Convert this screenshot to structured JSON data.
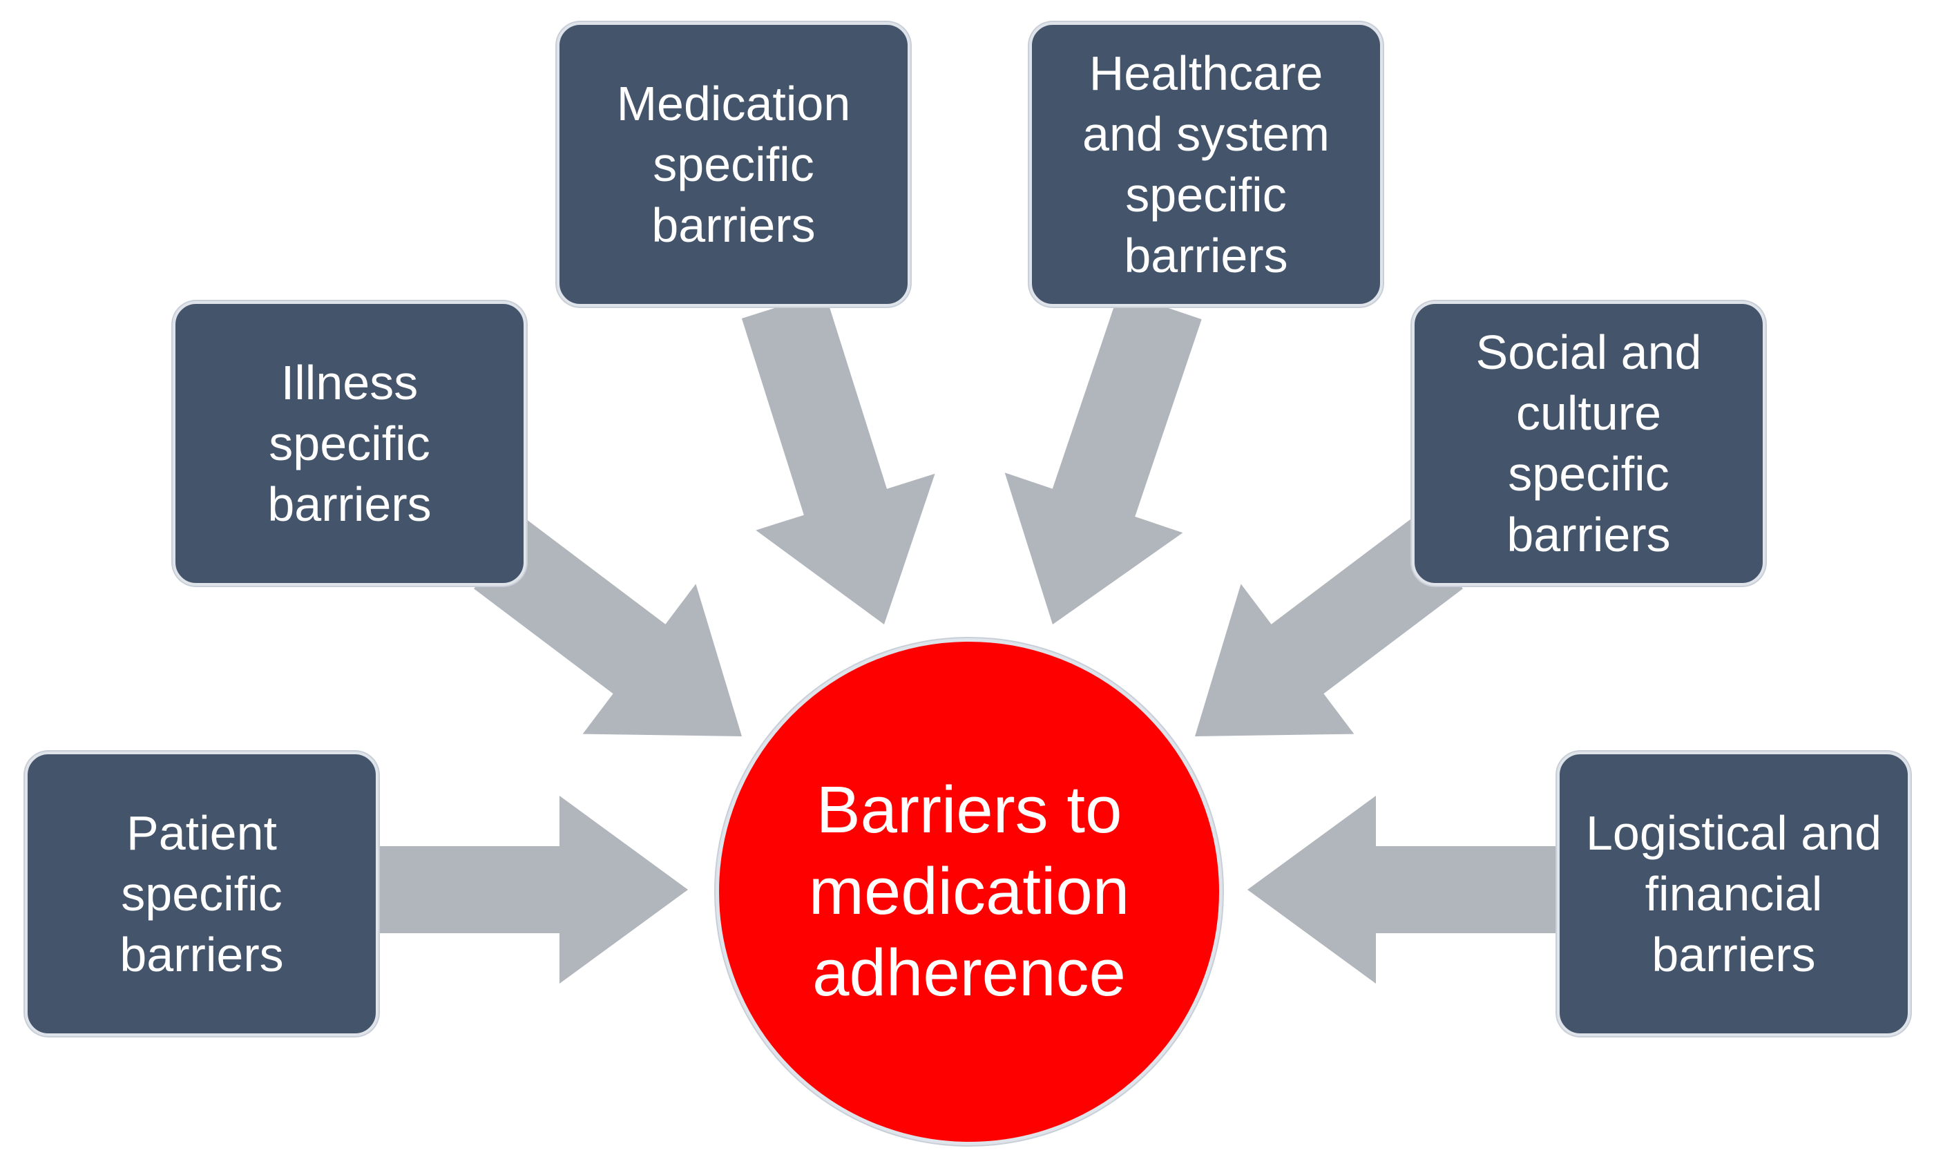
{
  "colors": {
    "box_fill": "#44546a",
    "hub_fill": "#ff0000",
    "arrow_fill": "#b1b5bc",
    "text": "#ffffff"
  },
  "hub": {
    "lines": [
      "Barriers to",
      "medication",
      "adherence"
    ]
  },
  "boxes": {
    "medication": {
      "lines": [
        "Medication",
        "specific",
        "barriers"
      ]
    },
    "healthcare": {
      "lines": [
        "Healthcare",
        "and system",
        "specific",
        "barriers"
      ]
    },
    "illness": {
      "lines": [
        "Illness",
        "specific",
        "barriers"
      ]
    },
    "social": {
      "lines": [
        "Social and",
        "culture",
        "specific",
        "barriers"
      ]
    },
    "patient": {
      "lines": [
        "Patient",
        "specific",
        "barriers"
      ]
    },
    "logistical": {
      "lines": [
        "Logistical and",
        "financial",
        "barriers"
      ]
    }
  }
}
